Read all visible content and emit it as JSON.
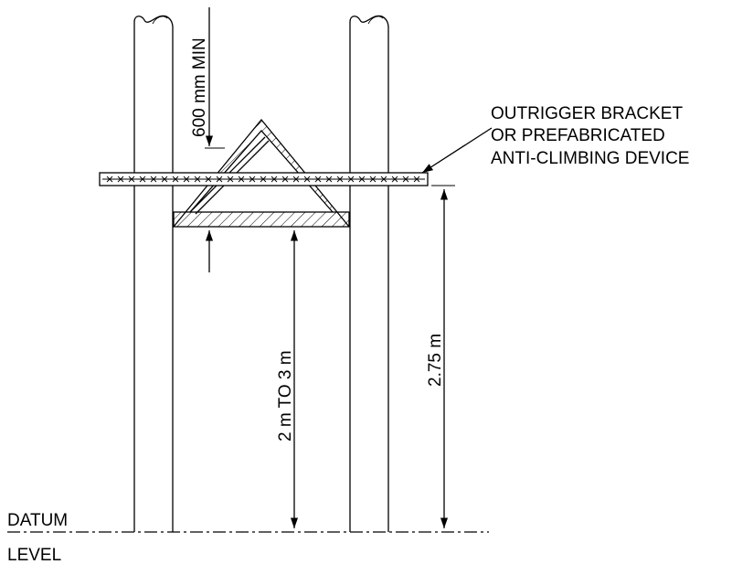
{
  "labels": {
    "clearance": "600 mm MIN",
    "callout_line1": "OUTRIGGER BRACKET",
    "callout_line2": "OR PREFABRICATED",
    "callout_line3": "ANTI-CLIMBING DEVICE",
    "dim_device_height": "2 m TO 3 m",
    "dim_bar_height": "2.75 m",
    "datum_line1": "DATUM",
    "datum_line2": "LEVEL"
  }
}
